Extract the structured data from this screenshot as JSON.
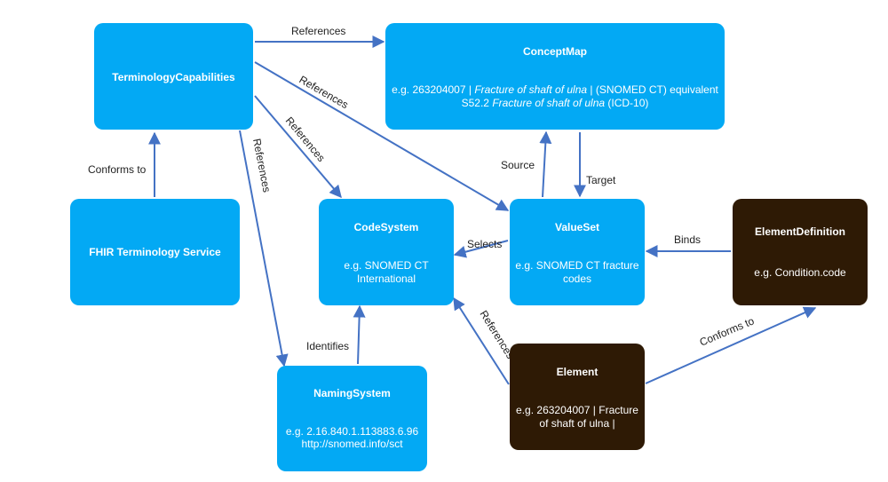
{
  "colors": {
    "blue_node": "#03a9f4",
    "dark_node": "#2e1a05",
    "edge": "#4472c4"
  },
  "nodes": {
    "terminology_capabilities": {
      "title": "TerminologyCapabilities",
      "desc": []
    },
    "concept_map": {
      "title": "ConceptMap",
      "desc_line1": [
        {
          "text": "e.g. 263204007 | ",
          "italic": false
        },
        {
          "text": "Fracture of shaft of ulna",
          "italic": true
        },
        {
          "text": " | (SNOMED CT) equivalent",
          "italic": false
        }
      ],
      "desc_line2": [
        {
          "text": "S52.2 ",
          "italic": false
        },
        {
          "text": "Fracture of shaft of ulna",
          "italic": true
        },
        {
          "text": " (ICD-10)",
          "italic": false
        }
      ]
    },
    "fhir_terminology_service": {
      "title": "FHIR Terminology Service",
      "desc": []
    },
    "code_system": {
      "title": "CodeSystem",
      "desc": [
        "e.g. SNOMED CT",
        "International"
      ]
    },
    "value_set": {
      "title": "ValueSet",
      "desc": [
        "e.g. SNOMED CT fracture",
        "codes"
      ]
    },
    "element_definition": {
      "title": "ElementDefinition",
      "desc": [
        "e.g. Condition.code"
      ]
    },
    "naming_system": {
      "title": "NamingSystem",
      "desc": [
        "e.g. 2.16.840.1.113883.6.96",
        "http://snomed.info/sct"
      ]
    },
    "element": {
      "title": "Element",
      "desc": [
        "e.g. 263204007 | Fracture",
        "of shaft of ulna |"
      ]
    }
  },
  "edges": {
    "tc_to_conceptmap": "References",
    "tc_to_valueset": "References",
    "tc_to_codesystem": "References",
    "tc_to_namingsystem": "References",
    "fhir_to_tc": "Conforms to",
    "valueset_to_codesystem": "Selects",
    "valueset_to_conceptmap": "Source",
    "conceptmap_to_valueset": "Target",
    "elementdef_to_valueset": "Binds",
    "namingsystem_to_codesystem": "Identifies",
    "element_to_codesystem": "References",
    "element_to_elementdef": "Conforms to"
  }
}
